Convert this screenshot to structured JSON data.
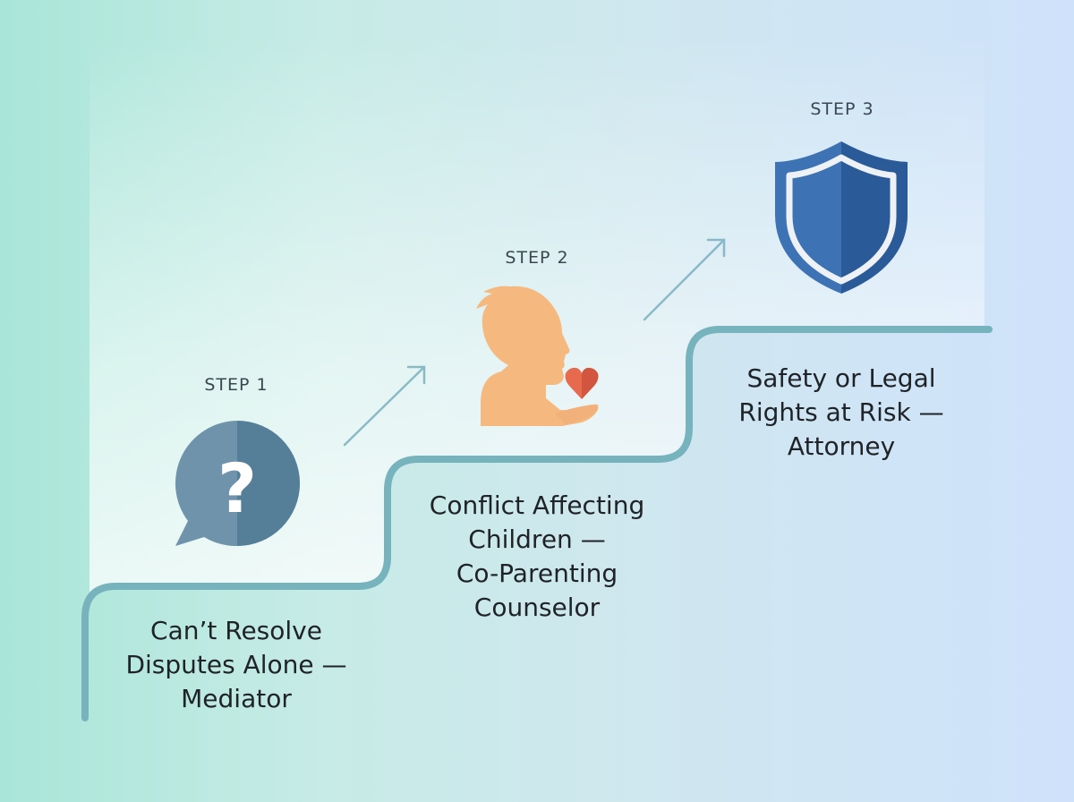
{
  "steps": [
    {
      "label": "STEP 1",
      "lines": [
        "Can’t Resolve",
        "Disputes Alone —",
        "Mediator"
      ],
      "icon": "question-bubble-icon"
    },
    {
      "label": "STEP 2",
      "lines": [
        "Conflict Affecting",
        "Children —",
        "Co-Parenting",
        "Counselor"
      ],
      "icon": "child-heart-icon"
    },
    {
      "label": "STEP 3",
      "lines": [
        "Safety or Legal",
        "Rights at Risk —",
        "Attorney"
      ],
      "icon": "shield-icon"
    }
  ],
  "colors": {
    "stair_line": "#76b3bd",
    "bubble_dark": "#557f99",
    "bubble_light": "#6e93ab",
    "child": "#f5b97f",
    "heart": "#e0624a",
    "shield_light": "#3d72b4",
    "shield_dark": "#2a5a98",
    "arrow": "#7ab0c0"
  }
}
